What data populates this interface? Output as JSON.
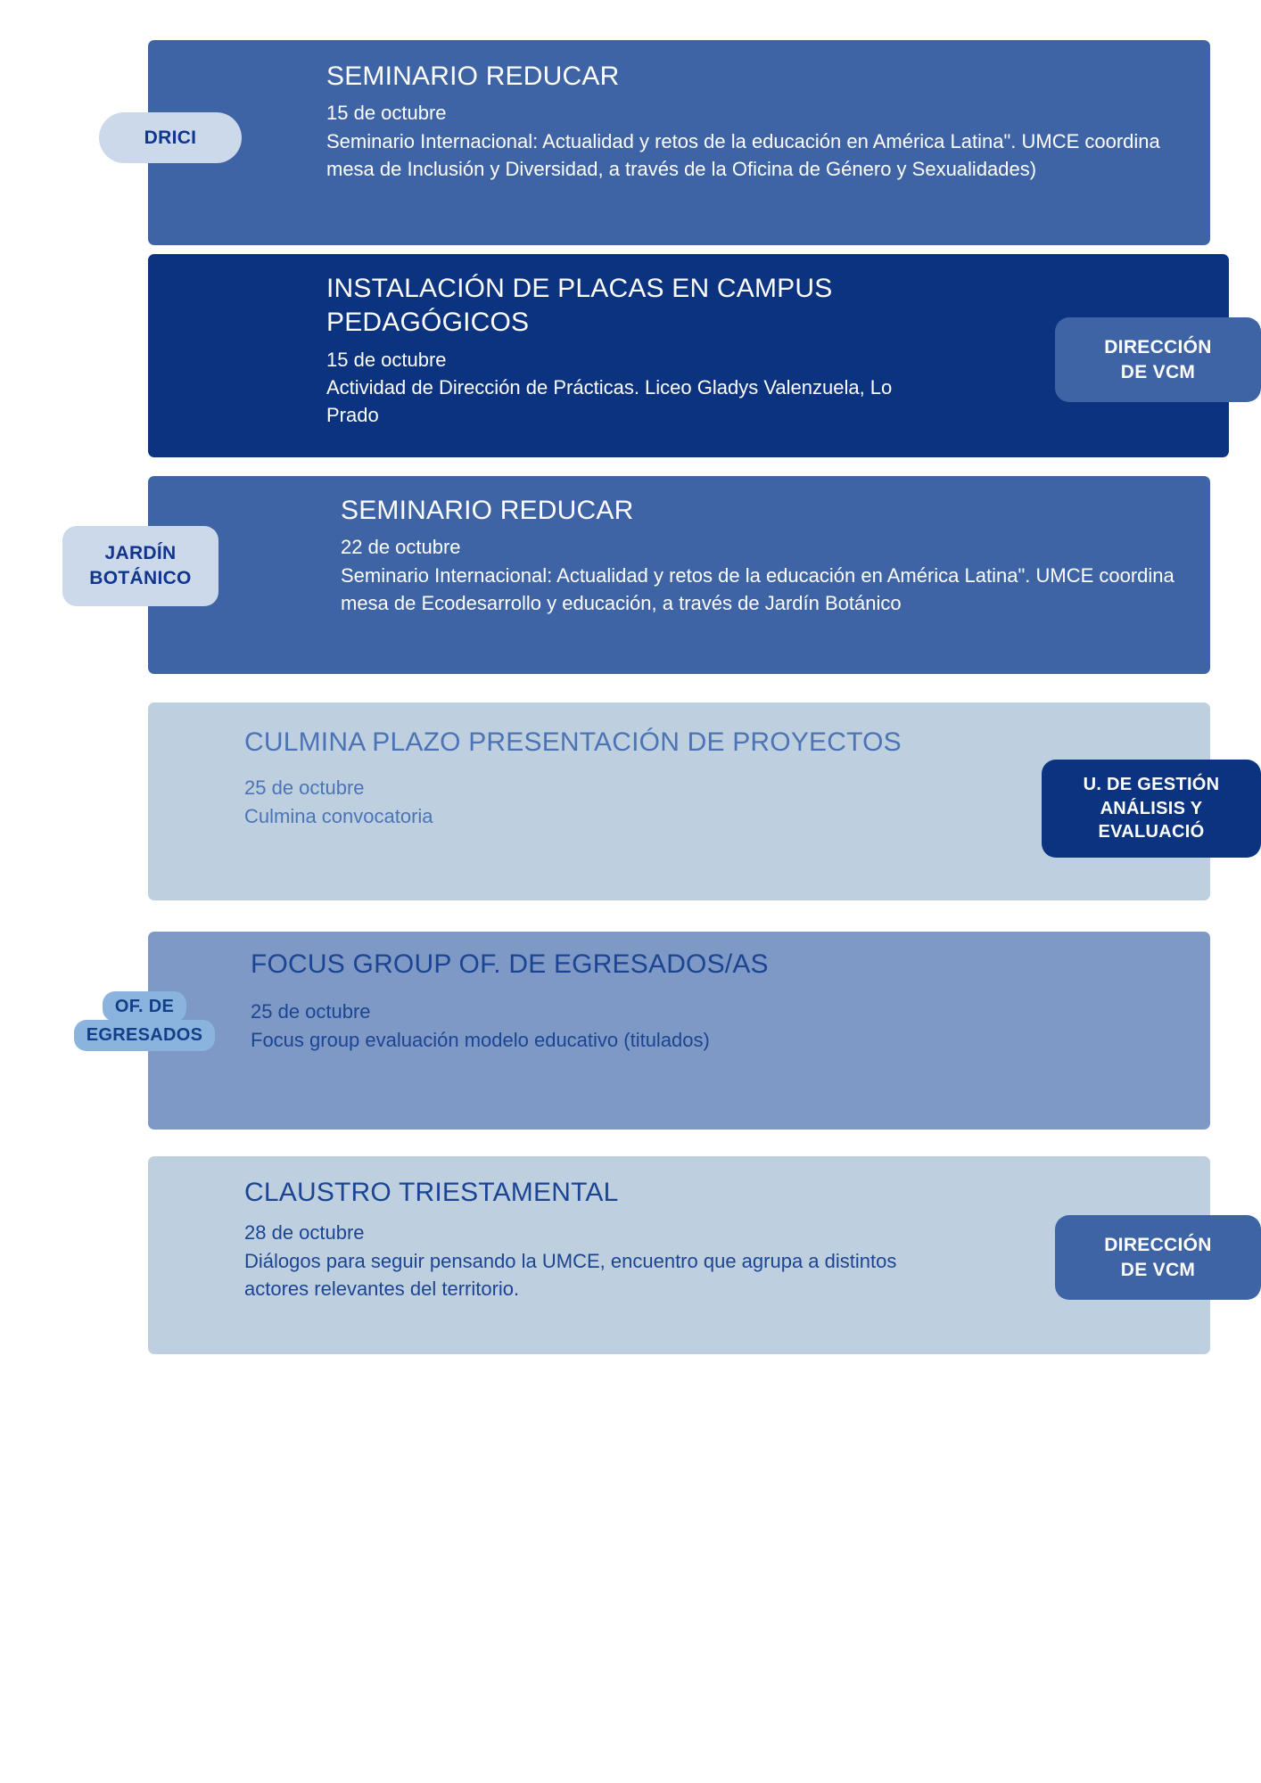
{
  "palette": {
    "page_bg": "#ffffff",
    "card_blue_mid": "#3e64a6",
    "card_blue_dark": "#0b3380",
    "card_blue_light": "#bed0e0",
    "card_blue_steel": "#7f99c6",
    "badge_light_bg": "#ccd9ea",
    "badge_light_text": "#10358c",
    "badge_mid_bg": "#3e64a6",
    "badge_mid_text": "#ffffff",
    "badge_dark_bg": "#0b3380",
    "badge_dark_text": "#ffffff",
    "badge_steel_bg": "#8ab4de",
    "badge_steel_text": "#123f89",
    "text_white": "#ffffff",
    "text_blue_mid": "#4c74b4",
    "text_blue_dark": "#1b4593"
  },
  "events": [
    {
      "id": "seminario-reducar-15",
      "title": "SEMINARIO REDUCAR",
      "date": "15 de octubre",
      "description": "Seminario Internacional: Actualidad y retos de la educación en América Latina\". UMCE coordina mesa de Inclusión y Diversidad, a través de la Oficina de Género y Sexualidades)",
      "badge": {
        "lines": [
          "DRICI"
        ],
        "style": "pill-light"
      }
    },
    {
      "id": "instalacion-placas",
      "title": "INSTALACIÓN DE PLACAS EN CAMPUS PEDAGÓGICOS",
      "date": "15 de octubre",
      "description": "Actividad de Dirección de Prácticas. Liceo Gladys Valenzuela, Lo Prado",
      "badge": {
        "lines": [
          "DIRECCIÓN",
          "DE VCM"
        ],
        "style": "rounded-mid"
      }
    },
    {
      "id": "seminario-reducar-22",
      "title": "SEMINARIO REDUCAR",
      "date": "22 de octubre",
      "description": "Seminario Internacional: Actualidad y retos de la educación en América Latina\". UMCE coordina mesa de Ecodesarrollo y educación, a través de Jardín Botánico",
      "badge": {
        "lines": [
          "JARDÍN",
          "BOTÁNICO"
        ],
        "style": "rounded-light"
      }
    },
    {
      "id": "culmina-plazo",
      "title": "CULMINA PLAZO PRESENTACIÓN DE PROYECTOS",
      "date": "25 de octubre",
      "description": "Culmina convocatoria",
      "badge": {
        "lines": [
          "U. DE GESTIÓN",
          "ANÁLISIS Y",
          "EVALUACIÓ"
        ],
        "style": "rounded-dark"
      }
    },
    {
      "id": "focus-group-egresados",
      "title": "FOCUS GROUP OF. DE EGRESADOS/AS",
      "date": "25 de octubre",
      "description": "Focus group evaluación modelo educativo (titulados)",
      "badge": {
        "lines": [
          "OF. DE",
          "EGRESADOS"
        ],
        "style": "chips-steel"
      }
    },
    {
      "id": "claustro-triestamental",
      "title": "CLAUSTRO TRIESTAMENTAL",
      "date": "28 de octubre",
      "description": "Diálogos para seguir pensando la UMCE, encuentro que agrupa a distintos actores relevantes del territorio.",
      "badge": {
        "lines": [
          "DIRECCIÓN",
          "DE VCM"
        ],
        "style": "rounded-mid"
      }
    }
  ]
}
